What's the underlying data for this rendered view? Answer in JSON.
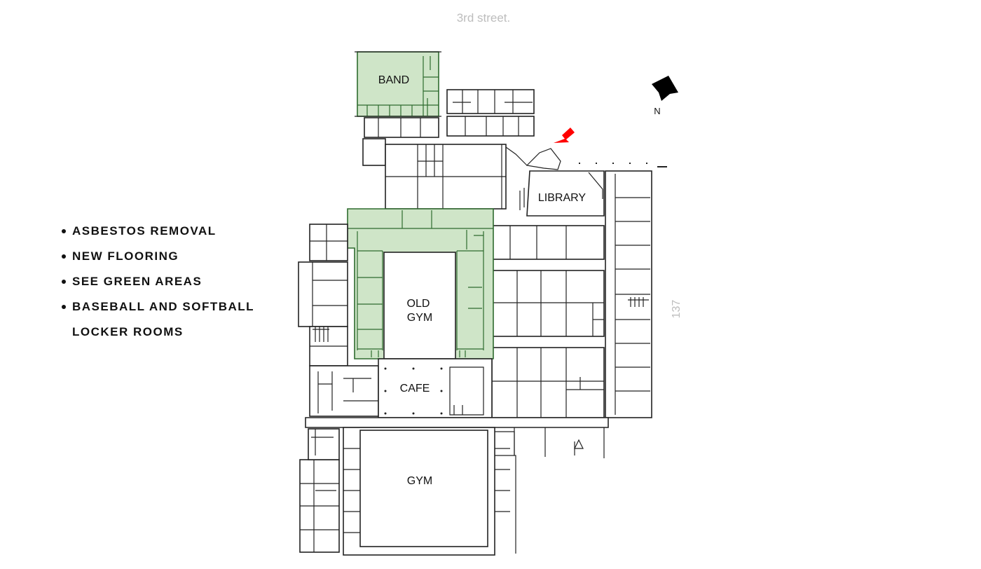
{
  "streets": {
    "top": "3rd street.",
    "side": "137"
  },
  "notes": [
    {
      "text": "Asbestos Removal"
    },
    {
      "text": "New Flooring"
    },
    {
      "text": "See Green Areas"
    },
    {
      "text": "Baseball and Softball"
    },
    {
      "text": "Locker Rooms",
      "continuation": true
    }
  ],
  "rooms": {
    "band": "BAND",
    "library": "LIBRARY",
    "old_gym_line1": "OLD",
    "old_gym_line2": "GYM",
    "cafe": "CAFE",
    "gym": "GYM"
  },
  "compass": {
    "label": "N",
    "icon": "north-arrow-icon"
  },
  "entrance_marker": {
    "icon": "red-arrow-icon",
    "color": "#ff0000"
  },
  "colors": {
    "highlight_fill": "#cfe5c8",
    "highlight_stroke": "#2e6b2e",
    "wall": "#222222"
  }
}
